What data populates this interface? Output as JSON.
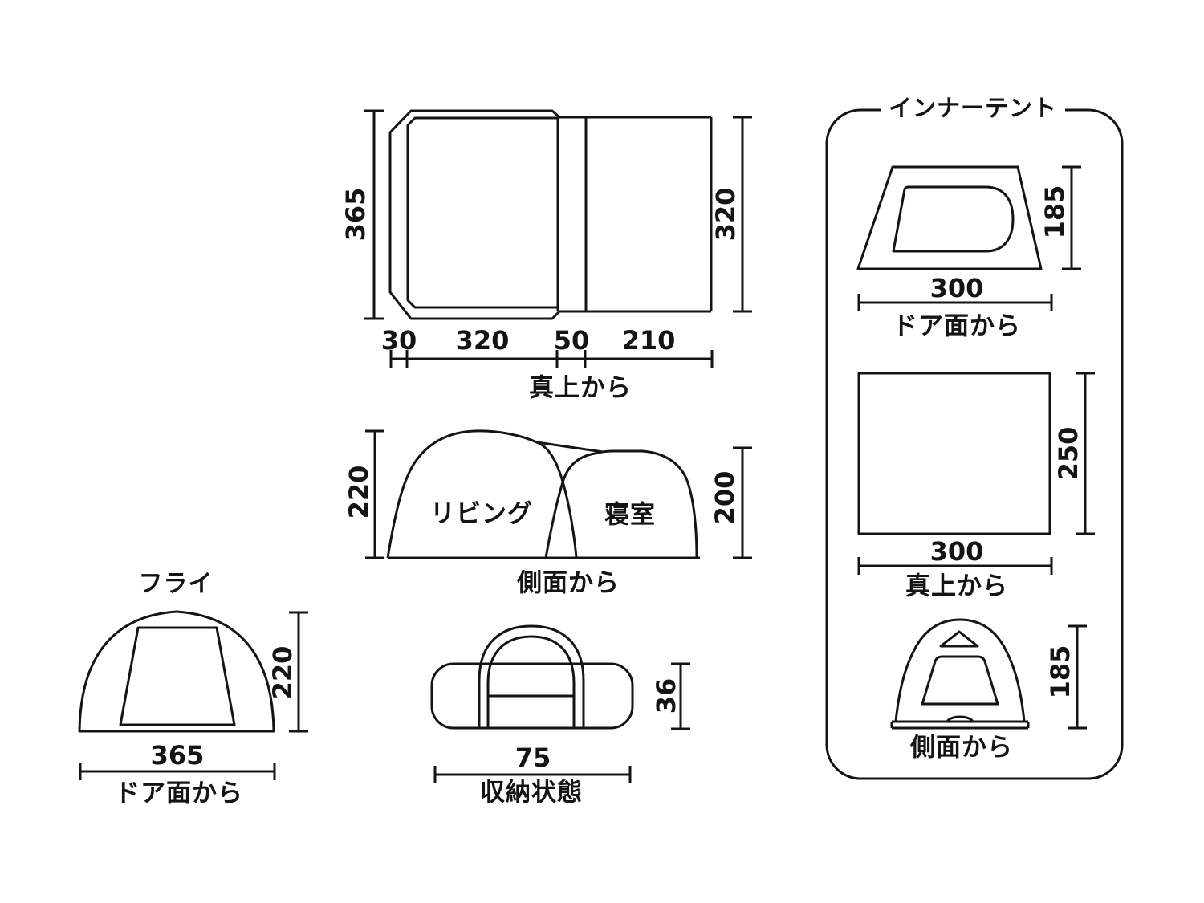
{
  "colors": {
    "line": "#141414",
    "background": "#ffffff"
  },
  "top_view": {
    "caption": "真上から",
    "dim_height_left": "365",
    "dim_height_right": "320",
    "dim_widths": [
      "30",
      "320",
      "50",
      "210"
    ]
  },
  "side_view": {
    "caption": "側面から",
    "room_left": "リビング",
    "room_right": "寝室",
    "dim_height_left": "220",
    "dim_height_right": "200"
  },
  "fly_view": {
    "title": "フライ",
    "caption": "ドア面から",
    "dim_height": "220",
    "dim_width": "365"
  },
  "storage_view": {
    "caption": "収納状態",
    "dim_height": "36",
    "dim_width": "75"
  },
  "inner_tent": {
    "title": "インナーテント",
    "door_view": {
      "caption": "ドア面から",
      "dim_height": "185",
      "dim_width": "300"
    },
    "top_view": {
      "caption": "真上から",
      "dim_depth": "250",
      "dim_width": "300"
    },
    "side_view": {
      "caption": "側面から",
      "dim_height": "185"
    }
  }
}
